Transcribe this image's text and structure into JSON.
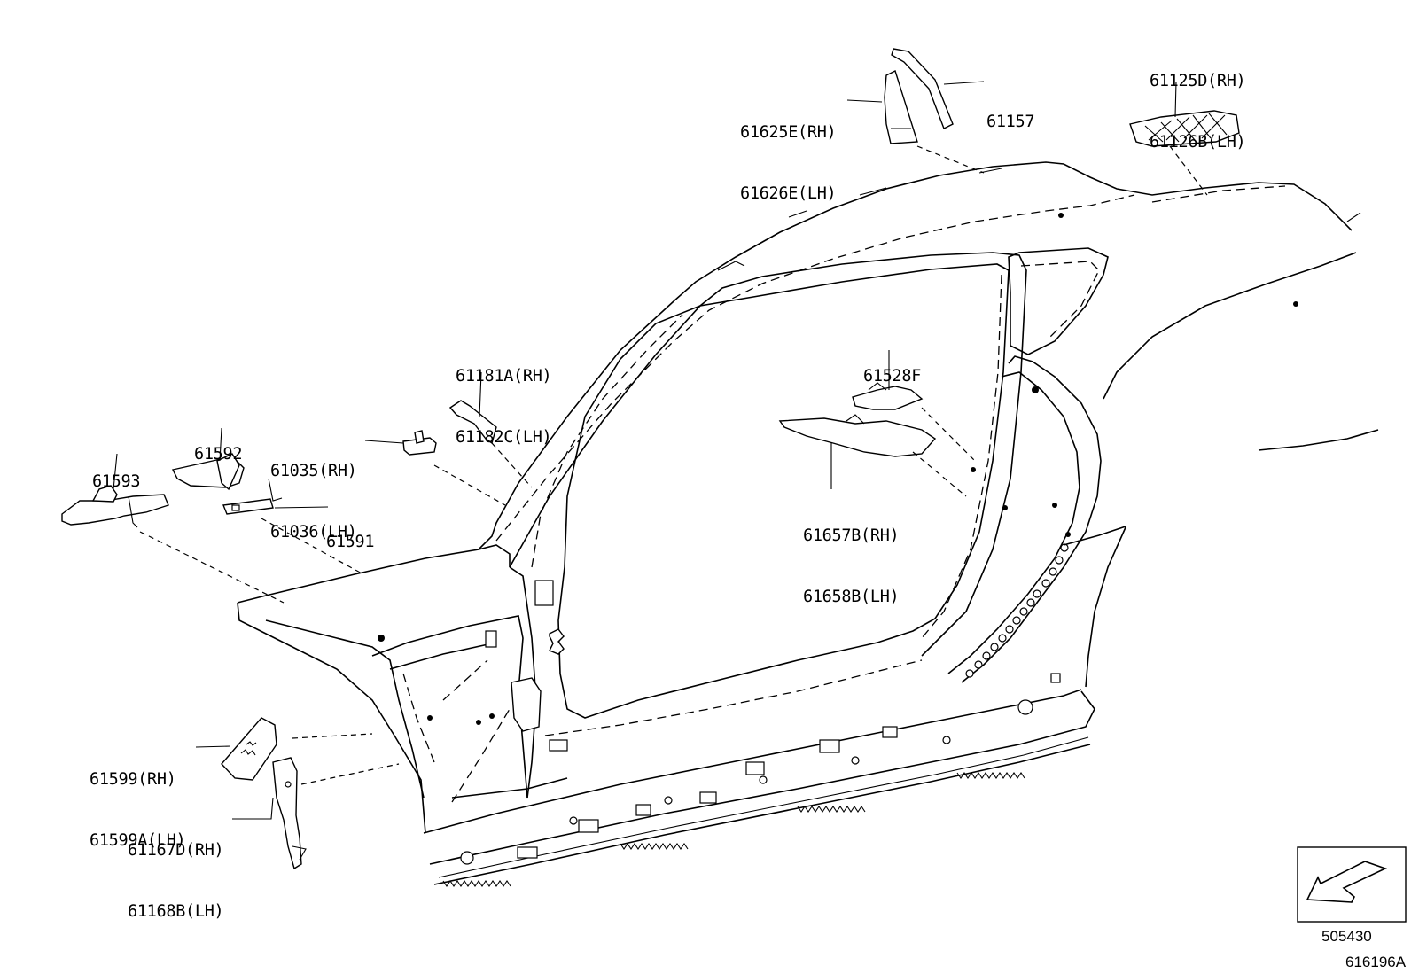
{
  "diagram": {
    "parts": [
      {
        "id": "p61625",
        "lines": [
          "61625E(RH)",
          "61626E(LH)"
        ]
      },
      {
        "id": "p61157",
        "lines": [
          "61157"
        ]
      },
      {
        "id": "p61125",
        "lines": [
          "61125D(RH)",
          "61126B(LH)"
        ]
      },
      {
        "id": "p61181",
        "lines": [
          "61181A(RH)",
          "61182C(LH)"
        ]
      },
      {
        "id": "p61528",
        "lines": [
          "61528F"
        ]
      },
      {
        "id": "p61592",
        "lines": [
          "61592"
        ]
      },
      {
        "id": "p61593",
        "lines": [
          "61593"
        ]
      },
      {
        "id": "p61035",
        "lines": [
          "61035(RH)",
          "61036(LH)"
        ]
      },
      {
        "id": "p61591",
        "lines": [
          "61591"
        ]
      },
      {
        "id": "p61657",
        "lines": [
          "61657B(RH)",
          "61658B(LH)"
        ]
      },
      {
        "id": "p61599",
        "lines": [
          "61599(RH)",
          "61599A(LH)"
        ]
      },
      {
        "id": "p61167",
        "lines": [
          "61167D(RH)",
          "61168B(LH)"
        ]
      }
    ],
    "view_code": "505430",
    "figure_code": "616196A",
    "view_icon": "front-direction-arrow-icon"
  }
}
